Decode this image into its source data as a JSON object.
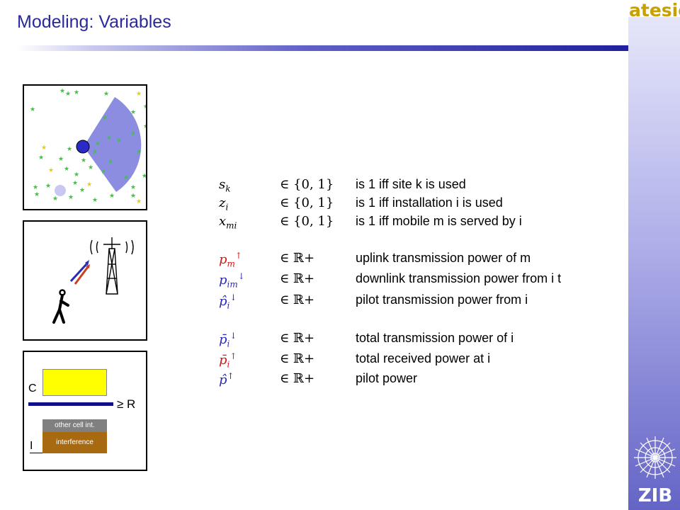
{
  "header": {
    "title": "Modeling: Variables",
    "logo_text": "atesio",
    "zib_text": "ZIB",
    "accent_color": "#2a2a9a"
  },
  "panels": {
    "sinr": {
      "c_label": "C",
      "i_label": "I",
      "r_label": "≥ R",
      "other_label": "other cell int.",
      "interference_label": "interference"
    }
  },
  "variables": [
    {
      "symbol": "s",
      "sub": "k",
      "sup": "",
      "domain": "∈ {0, 1}",
      "description": "is 1 iff site k is used",
      "color": "#000000"
    },
    {
      "symbol": "z",
      "sub": "i",
      "sup": "",
      "domain": "∈ {0, 1}",
      "description": "is 1 iff installation i is used",
      "color": "#000000"
    },
    {
      "symbol": "x",
      "sub": "mi",
      "sup": "",
      "domain": "∈ {0, 1}",
      "description": "is 1 iff mobile m is served by i",
      "color": "#000000"
    },
    {
      "symbol": "p",
      "sub": "m",
      "sup": "↑",
      "domain": "∈ ℝ+",
      "description": "uplink transmission power of m",
      "color": "#d01818"
    },
    {
      "symbol": "p",
      "sub": "im",
      "sup": "↓",
      "domain": "∈ ℝ+",
      "description": "downlink transmission power from i t",
      "color": "#2a2ab8"
    },
    {
      "symbol": "p̂",
      "sub": "i",
      "sup": "↓",
      "domain": "∈ ℝ+",
      "description": "pilot transmission power from i",
      "color": "#2a2ab8"
    },
    {
      "symbol": "p̄",
      "sub": "i",
      "sup": "↓",
      "domain": "∈ ℝ+",
      "description": "total transmission power of i",
      "color": "#2a2ab8"
    },
    {
      "symbol": "p̄",
      "sub": "i",
      "sup": "↑",
      "domain": "∈ ℝ+",
      "description": "total received power at i",
      "color": "#d01818"
    },
    {
      "symbol": "p̂",
      "sub": "",
      "sup": "↑",
      "domain": "∈ ℝ+",
      "description": "pilot power",
      "color": "#2a2ab8"
    }
  ]
}
